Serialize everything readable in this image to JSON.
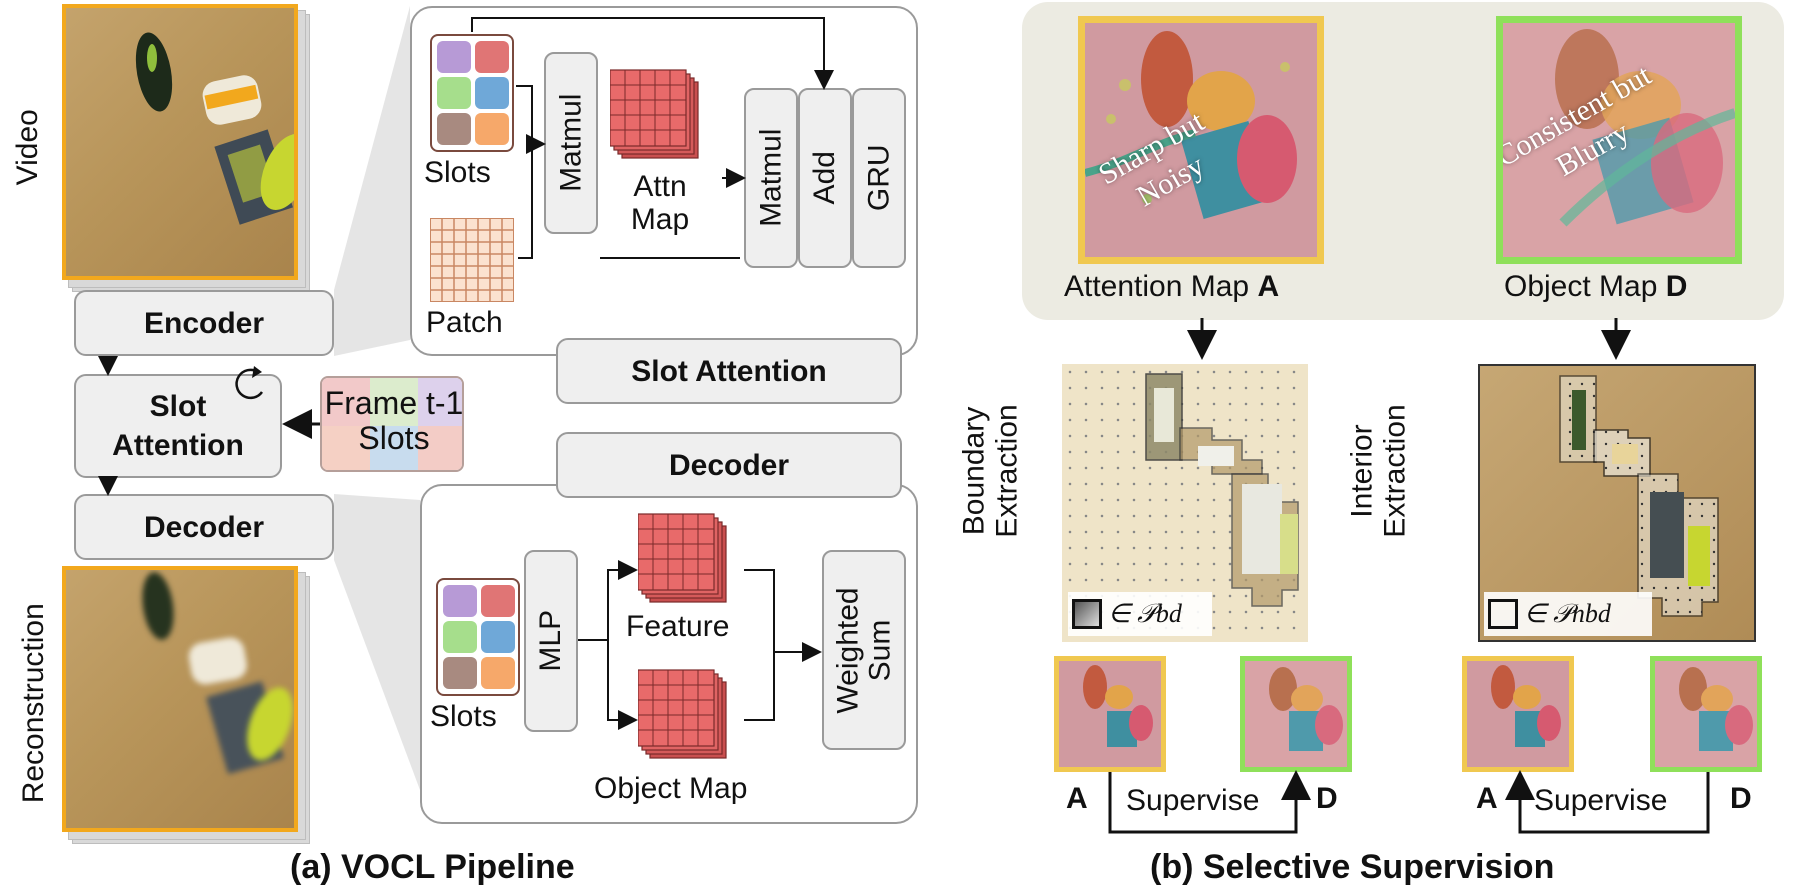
{
  "left": {
    "video_label": "Video",
    "reconstruction_label": "Reconstruction",
    "encoder": "Encoder",
    "slot_attention": "Slot\nAttention",
    "decoder": "Decoder",
    "frame_slots": "Frame t-1\nSlots",
    "caption": "(a) VOCL Pipeline"
  },
  "slot_attention_panel": {
    "title": "Slot Attention",
    "slots": "Slots",
    "patch": "Patch",
    "matmul1": "Matmul",
    "attn_map": "Attn\nMap",
    "matmul2": "Matmul",
    "add": "Add",
    "gru": "GRU"
  },
  "decoder_panel": {
    "title": "Decoder",
    "slots": "Slots",
    "mlp": "MLP",
    "feature": "Feature",
    "object_map": "Object Map",
    "weighted_sum": "Weighted\nSum"
  },
  "right": {
    "attention_map_label": "Attention Map",
    "attention_map_symbol": "A",
    "object_map_label": "Object Map",
    "object_map_symbol": "D",
    "sharp_text": "Sharp but\nNoisy",
    "consistent_text": "Consistent but\nBlurry",
    "boundary_label": "Boundary\nExtraction",
    "interior_label": "Interior\nExtraction",
    "pbd": "∈ 𝒫bd",
    "pnbd": "∈ 𝒫nbd",
    "supervise_left": "Supervise",
    "supervise_right": "Supervise",
    "a_left": "A",
    "d_left": "D",
    "a_right": "A",
    "d_right": "D",
    "caption": "(b) Selective Supervision"
  },
  "colors": {
    "slot_colors": [
      "#b79ad6",
      "#e07575",
      "#a6de8c",
      "#6fa8d8",
      "#a88a80",
      "#f6a86a"
    ],
    "attn_cell": "#e86a6a",
    "patch_cell": "#fbe2cf",
    "frame_orange": "#f2a81d",
    "yellow_border": "#f0c850",
    "green_border": "#8fe05a"
  }
}
